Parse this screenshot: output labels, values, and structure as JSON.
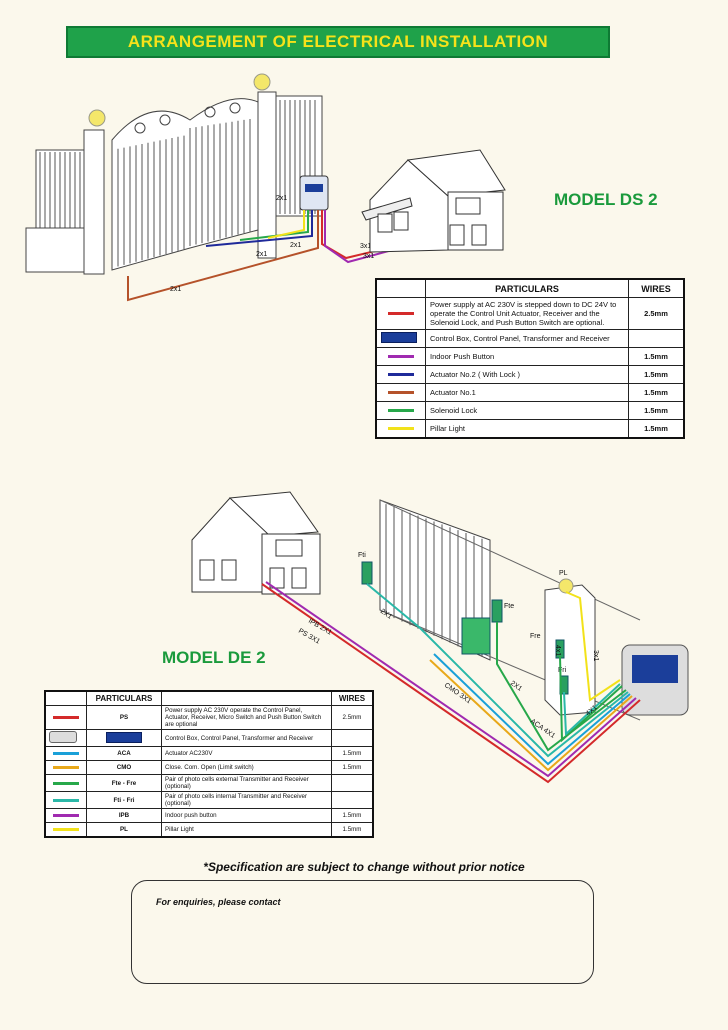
{
  "title": "ARRANGEMENT OF ELECTRICAL INSTALLATION",
  "model1": {
    "name": "MODEL DS 2",
    "wire_labels": [
      "2x1",
      "2x1",
      "2x1",
      "3x1",
      "3x1",
      "2x1"
    ],
    "table": {
      "headers": [
        "PARTICULARS",
        "WIRES"
      ],
      "rows": [
        {
          "color": "#d42a2a",
          "desc": "Power supply at AC 230V is stepped down to DC 24V to operate the Control Unit Actuator, Receiver and the Solenoid Lock, and Push Button Switch are optional.",
          "wires": "2.5mm"
        },
        {
          "color": "box",
          "desc": "Control Box, Control Panel, Transformer and Receiver",
          "wires": ""
        },
        {
          "color": "#a02ab0",
          "desc": "Indoor Push Button",
          "wires": "1.5mm"
        },
        {
          "color": "#1f2a9a",
          "desc": "Actuator No.2 ( With Lock )",
          "wires": "1.5mm"
        },
        {
          "color": "#b5522a",
          "desc": "Actuator No.1",
          "wires": "1.5mm"
        },
        {
          "color": "#27a84a",
          "desc": "Solenoid Lock",
          "wires": "1.5mm"
        },
        {
          "color": "#f2e21a",
          "desc": "Pillar Light",
          "wires": "1.5mm"
        }
      ]
    }
  },
  "model2": {
    "name": "MODEL DE 2",
    "labels": {
      "fti": "Fti",
      "fte": "Fte",
      "pl": "PL",
      "fre": "Fre",
      "fri": "Fri",
      "ipb": "IPB 2X1",
      "ps": "PS 3X1",
      "w2x1a": "2X1",
      "w2x1b": "2X1",
      "cmo": "CMO 3X1",
      "aca": "ACA 4X1",
      "w4x1": "4X1",
      "w3x1": "3x1",
      "w4x1b": "4x1"
    },
    "table": {
      "headers": [
        "PARTICULARS",
        "",
        "WIRES"
      ],
      "rows": [
        {
          "color": "#d42a2a",
          "code": "PS",
          "desc": "Power supply AC 230V operate the Control Panel, Actuator, Receiver, Micro Switch and Push Button Switch are optional",
          "wires": "2.5mm"
        },
        {
          "color": "box",
          "code": "",
          "desc": "Control Box, Control Panel, Transformer and Receiver",
          "wires": ""
        },
        {
          "color": "#1aa0d8",
          "code": "ACA",
          "desc": "Actuator AC230V",
          "wires": "1.5mm"
        },
        {
          "color": "#e8a81a",
          "code": "CMO",
          "desc": "Close. Com. Open (Limit switch)",
          "wires": "1.5mm"
        },
        {
          "color": "#27a84a",
          "code": "Fte - Fre",
          "desc": "Pair of photo cells external Transmitter and Receiver (optional)",
          "wires": ""
        },
        {
          "color": "#2ab8a8",
          "code": "Fti - Fri",
          "desc": "Pair of photo cells internal Transmitter and Receiver (optional)",
          "wires": ""
        },
        {
          "color": "#a02ab0",
          "code": "IPB",
          "desc": "Indoor push button",
          "wires": "1.5mm"
        },
        {
          "color": "#f2e21a",
          "code": "PL",
          "desc": "Pillar Light",
          "wires": "1.5mm"
        }
      ]
    }
  },
  "notice": "*Specification are subject to change without prior notice",
  "enquiry": "For enquiries, please contact"
}
